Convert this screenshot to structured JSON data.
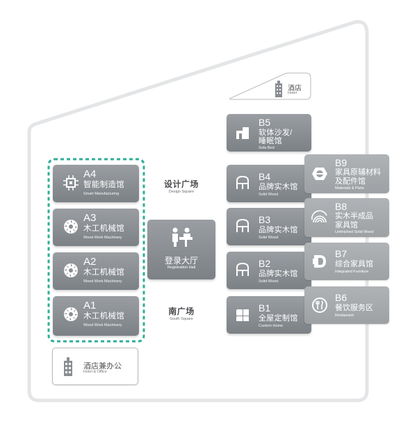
{
  "colors": {
    "tile_dark": "#858a8f",
    "tile_light": "#a7abae",
    "dashed_frame": "#2fae96",
    "outline": "#e2e4e6"
  },
  "halls_left": [
    {
      "code": "A4",
      "name": "智能制造馆",
      "name_en": "Smart Manufacturing",
      "icon": "chip-icon"
    },
    {
      "code": "A3",
      "name": "木工机械馆",
      "name_en": "Wood Work Machinery",
      "icon": "saw-blade-icon"
    },
    {
      "code": "A2",
      "name": "木工机械馆",
      "name_en": "Wood Work Machinery",
      "icon": "saw-blade-icon"
    },
    {
      "code": "A1",
      "name": "木工机械馆",
      "name_en": "Wood Work Machinery",
      "icon": "saw-blade-icon"
    }
  ],
  "hotel_office": {
    "name": "酒店兼办公",
    "name_en": "Hotel & Office"
  },
  "hotel": {
    "name": "酒店",
    "name_en": "Hotel"
  },
  "design_square": {
    "name": "设计广场",
    "name_en": "Design Square"
  },
  "south_square": {
    "name": "南广场",
    "name_en": "South Square"
  },
  "registration": {
    "name": "登录大厅",
    "name_en": "Registration Hall"
  },
  "halls_middle": [
    {
      "code": "B5",
      "name_l1": "软体沙发/",
      "name_l2": "睡眠馆",
      "name_en": "Sofa Bed"
    },
    {
      "code": "B4",
      "name_l1": "品牌实木馆",
      "name_en": "Solid Wood"
    },
    {
      "code": "B3",
      "name_l1": "品牌实木馆",
      "name_en": "Solid Wood"
    },
    {
      "code": "B2",
      "name_l1": "品牌实木馆",
      "name_en": "Solid Wood"
    },
    {
      "code": "B1",
      "name_l1": "全屋定制馆",
      "name_en": "Custom Home"
    }
  ],
  "halls_right": [
    {
      "code": "B9",
      "name_l1": "家具原辅材料",
      "name_l2": "及配件馆",
      "name_en": "Materials & Parts"
    },
    {
      "code": "B8",
      "name_l1": "实木半成品",
      "name_l2": "家具馆",
      "name_en": "Unfinished Solid Wood"
    },
    {
      "code": "B7",
      "name_l1": "综合家具馆",
      "name_en": "Integrated Furniture"
    },
    {
      "code": "B6",
      "name_l1": "餐饮服务区",
      "name_en": "Restaurant"
    }
  ]
}
